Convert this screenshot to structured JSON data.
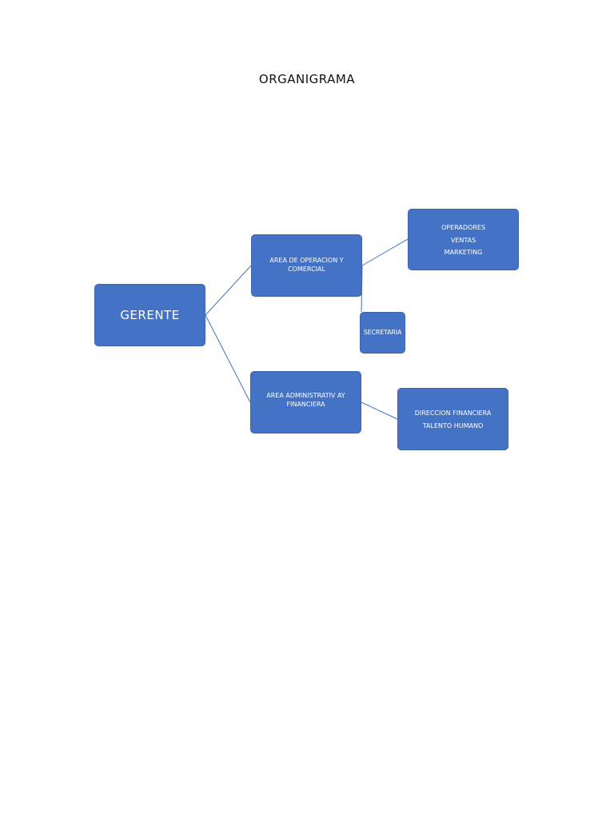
{
  "title": "ORGANIGRAMA",
  "nodes": {
    "gerente": "GERENTE",
    "operacion": "AREA DE OPERACION Y COMERCIAL",
    "operadores": [
      "OPERADORES",
      "VENTAS",
      "MARKETING"
    ],
    "secretaria": "SECRETARIA",
    "administrativa": "AREA ADMINISTRATIV AY FINANCIERA",
    "direccion": [
      "DIRECCION FINANCIERA",
      "TALENTO HUMANO"
    ]
  },
  "colors": {
    "box_fill": "#4472c4",
    "connector": "#4472c4",
    "box_text": "#ffffff"
  }
}
